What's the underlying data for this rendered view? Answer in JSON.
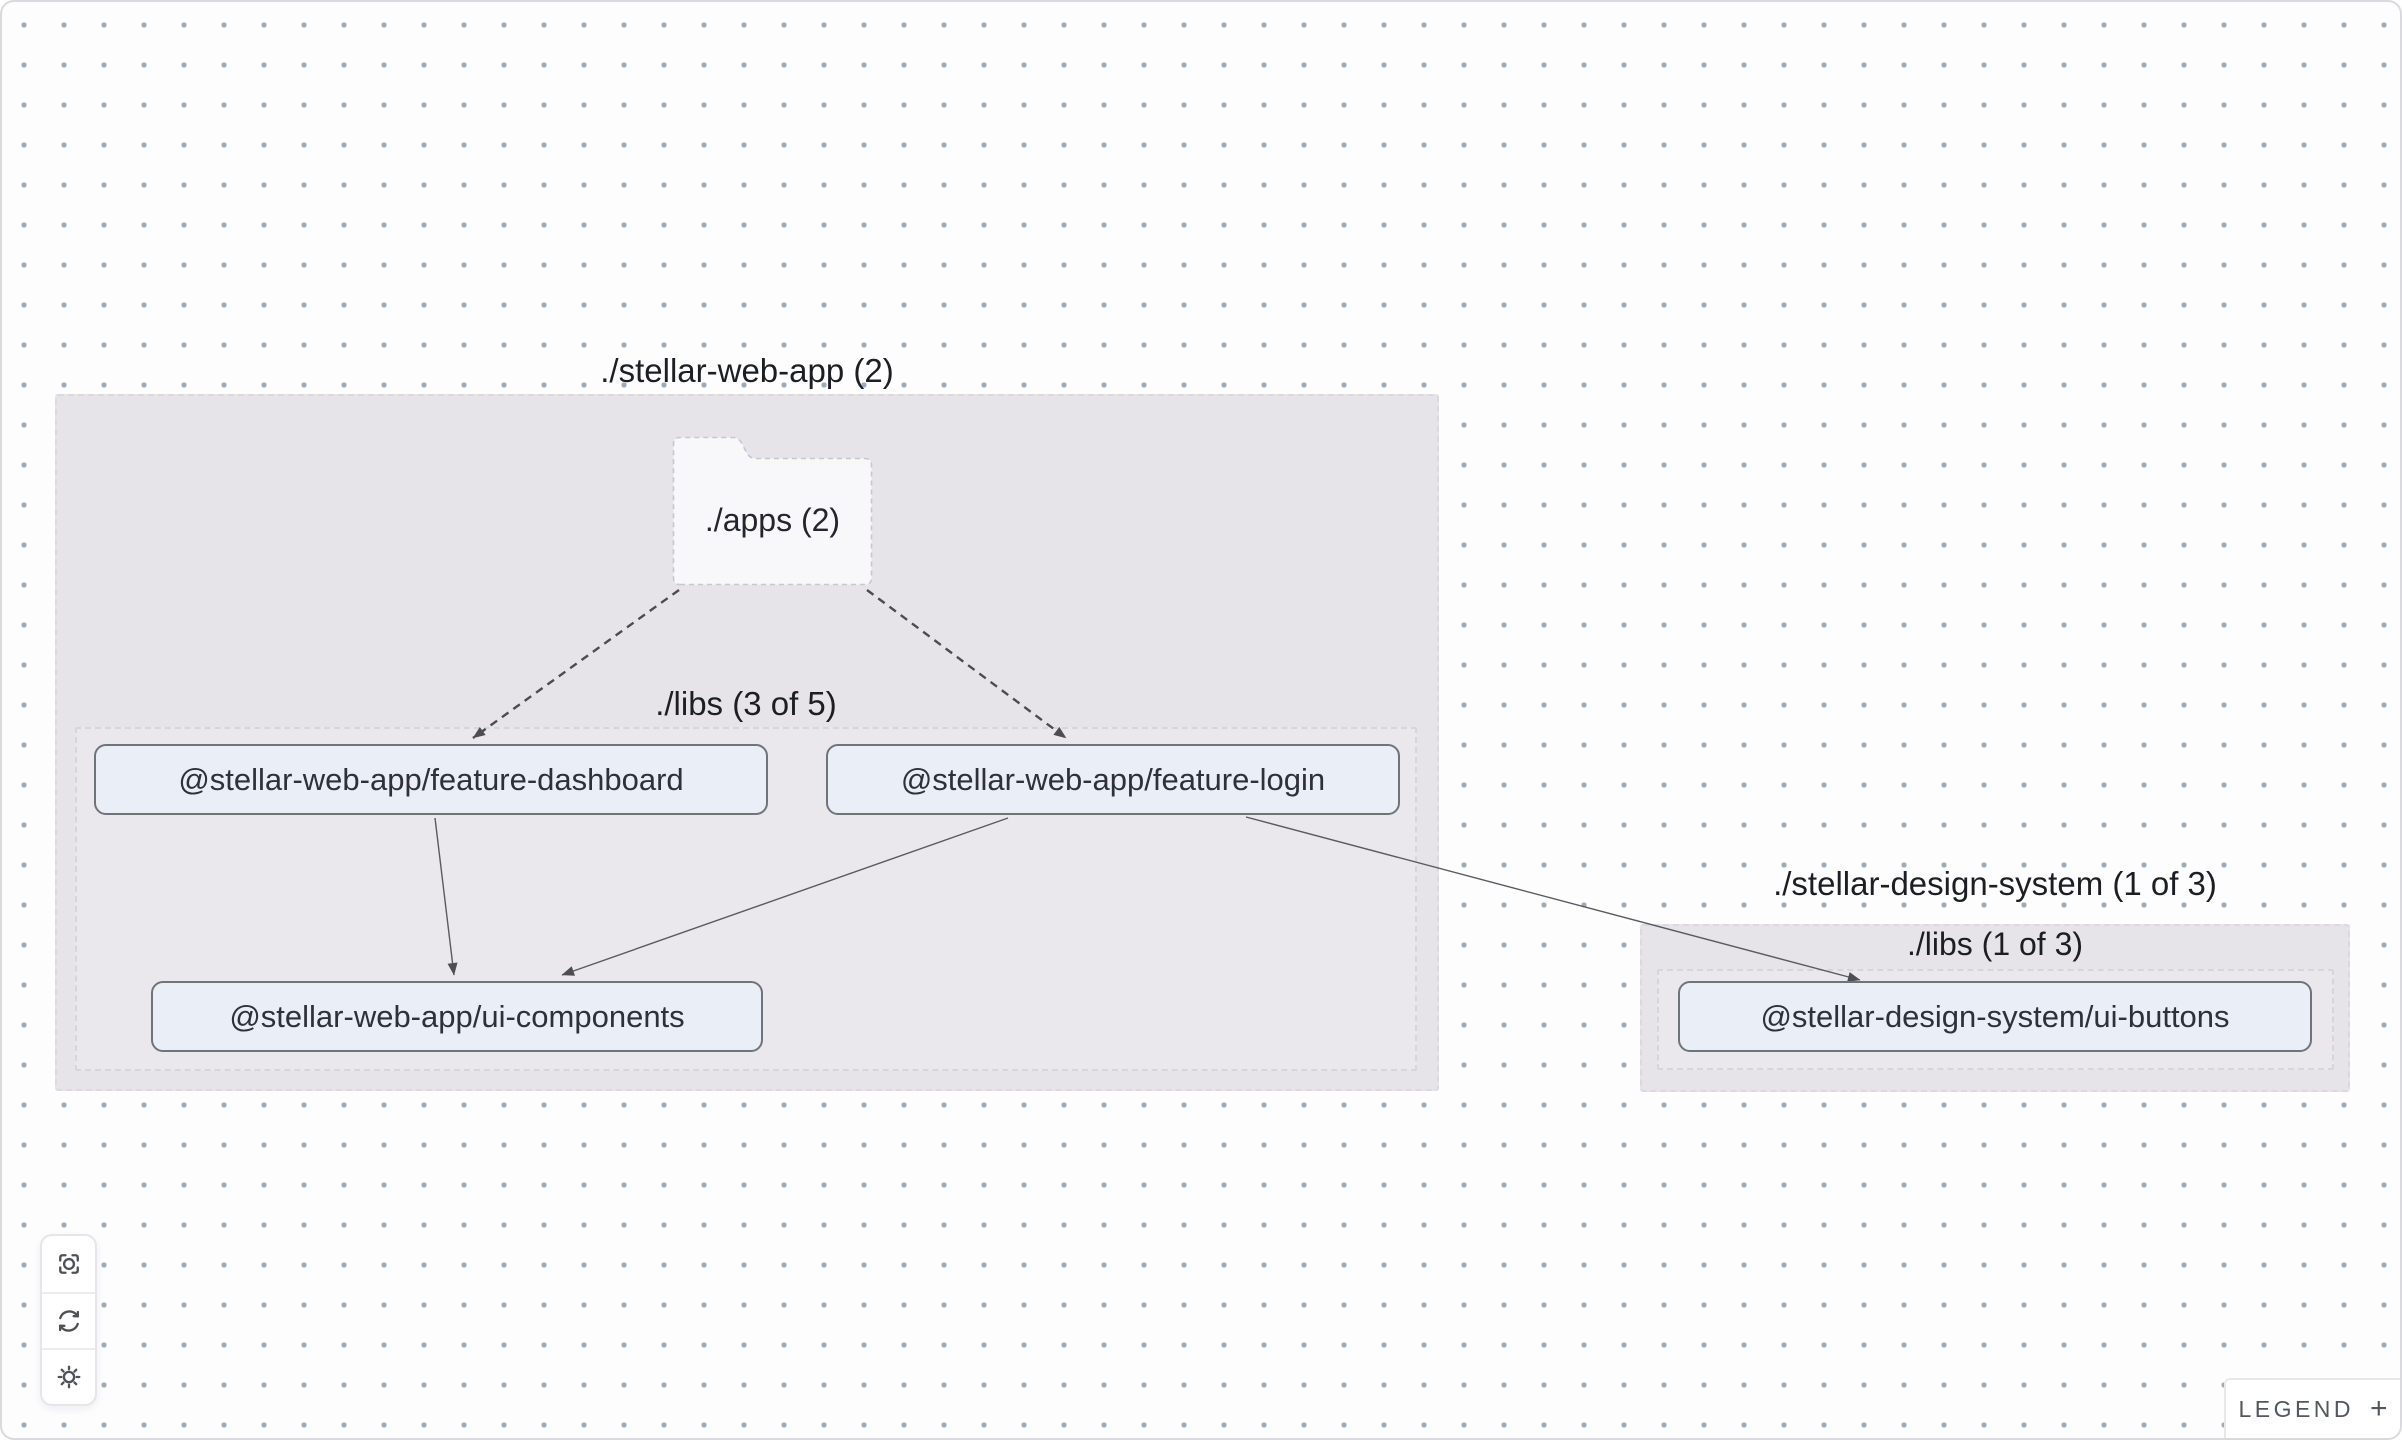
{
  "diagram": {
    "groups": {
      "web_app": {
        "label": "./stellar-web-app (2)",
        "libs_label": "./libs (3 of 5)"
      },
      "design_system": {
        "label": "./stellar-design-system (1 of 3)",
        "libs_label": "./libs (1 of 3)"
      }
    },
    "folder": {
      "label": "./apps (2)"
    },
    "nodes": [
      {
        "id": "feature-dashboard",
        "label": "@stellar-web-app/feature-dashboard"
      },
      {
        "id": "feature-login",
        "label": "@stellar-web-app/feature-login"
      },
      {
        "id": "ui-components",
        "label": "@stellar-web-app/ui-components"
      },
      {
        "id": "ui-buttons",
        "label": "@stellar-design-system/ui-buttons"
      }
    ],
    "edges": [
      {
        "source": "./apps",
        "target": "@stellar-web-app/feature-dashboard",
        "style": "dashed"
      },
      {
        "source": "./apps",
        "target": "@stellar-web-app/feature-login",
        "style": "dashed"
      },
      {
        "source": "@stellar-web-app/feature-dashboard",
        "target": "@stellar-web-app/ui-components",
        "style": "solid"
      },
      {
        "source": "@stellar-web-app/feature-login",
        "target": "@stellar-web-app/ui-components",
        "style": "solid"
      },
      {
        "source": "@stellar-web-app/feature-login",
        "target": "@stellar-design-system/ui-buttons",
        "style": "solid"
      }
    ]
  },
  "toolbar": {
    "buttons": [
      {
        "icon": "focus-icon"
      },
      {
        "icon": "refresh-icon"
      },
      {
        "icon": "settings-icon"
      }
    ]
  },
  "legend": {
    "label": "LEGEND",
    "expand_icon": "+"
  },
  "colors": {
    "canvas_dot": "#a2abb8",
    "group_fill": "#e6e4e9",
    "node_fill": "#e9eef7",
    "node_border": "#6f737b",
    "edge": "#4a4c50",
    "text": "#1c1e23"
  }
}
